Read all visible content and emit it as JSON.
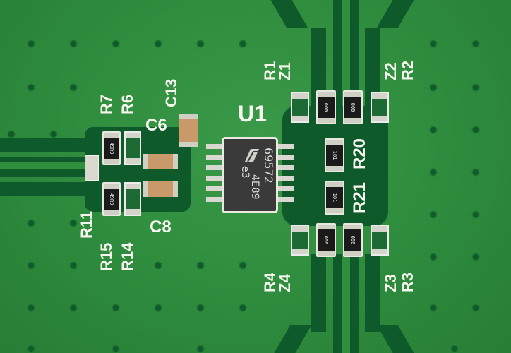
{
  "scene": {
    "subject": "Green printed circuit board close-up",
    "colors": {
      "board": "#2f8f3f",
      "trace": "#166b34",
      "silkscreen": "#f6f6ee",
      "ic_body": "#3a3a3a",
      "pad": "#d9d9cf"
    }
  },
  "ic": {
    "designator": "U1",
    "marking_line1": "69572",
    "marking_line2": "4E89",
    "marking_rohs": "e3",
    "logo": "LT-logo"
  },
  "labels": {
    "r1": "R1",
    "z1": "Z1",
    "z2": "Z2",
    "r2": "R2",
    "r20": "R20",
    "r21": "R21",
    "r4": "R4",
    "z4": "Z4",
    "z3": "Z3",
    "r3": "R3",
    "r7": "R7",
    "r6": "R6",
    "c6": "C6",
    "c13": "C13",
    "r11": "R11",
    "r15": "R15",
    "r14": "R14",
    "c8": "C8"
  },
  "resistor_marks": {
    "top_left": "000",
    "top_right": "000",
    "bottom_left": "000",
    "bottom_right": "000",
    "r20": "101",
    "r21": "101",
    "r7": "49R9",
    "r11": "49R9"
  }
}
